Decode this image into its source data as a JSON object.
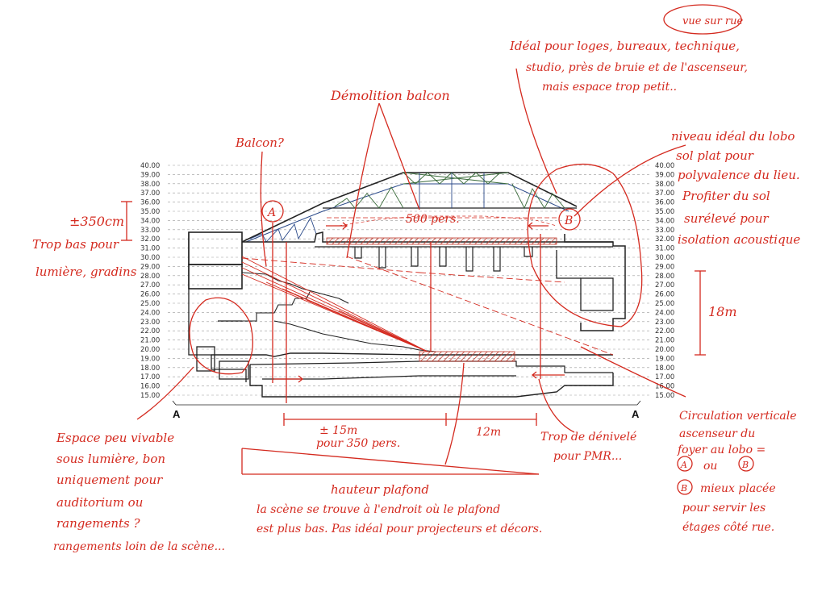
{
  "elevation_levels": [
    "40.00",
    "39.00",
    "38.00",
    "37.00",
    "36.00",
    "35.00",
    "34.00",
    "33.00",
    "32.00",
    "31.00",
    "30.00",
    "29.00",
    "28.00",
    "27.00",
    "26.00",
    "25.00",
    "24.00",
    "23.00",
    "22.00",
    "21.00",
    "20.00",
    "19.00",
    "18.00",
    "17.00",
    "16.00",
    "15.00"
  ],
  "section_marker": "A",
  "colors": {
    "ink": "#d42a1f",
    "drawing": "#222222",
    "grid": "#9a9a9a",
    "hatch": "#c0392b"
  },
  "annotations": {
    "vue_sur_rue": "vue sur rue",
    "ideal_loges": [
      "Idéal pour loges, bureaux, technique,",
      "studio, près de bruie et de l'ascenseur,",
      "mais espace trop petit.."
    ],
    "demolition_balcon": "Démolition balcon",
    "balcon": "Balcon?",
    "niveau_ideal": [
      "niveau idéal du lobo",
      "sol plat pour",
      "polyvalence du lieu.",
      "Profiter du sol",
      "surélevé pour",
      "isolation acoustique"
    ],
    "height_350": "±350cm",
    "trop_bas": [
      "Trop bas pour",
      "lumière, gradins"
    ],
    "marker_a": "A",
    "marker_b": "B",
    "pers_500": "500 pers.",
    "height_18m": "18m",
    "dim_15m": "± 15m",
    "pour_350": "pour 350 pers.",
    "dim_12m": "12m",
    "trop_denivele": [
      "Trop de dénivelé",
      "pour PMR..."
    ],
    "circulation": [
      "Circulation verticale",
      "ascenseur du",
      "foyer au lobo =",
      "ou",
      "mieux placée",
      "pour servir les",
      "étages côté rue."
    ],
    "espace": [
      "Espace peu vivable",
      "sous lumière, bon",
      "uniquement pour",
      "auditorium ou",
      "rangements ?",
      "rangements loin de la scène..."
    ],
    "hauteur_plafond": "hauteur plafond",
    "scene": [
      "la scène se trouve à l'endroit où le plafond",
      "est plus bas. Pas idéal pour projecteurs et décors."
    ]
  }
}
